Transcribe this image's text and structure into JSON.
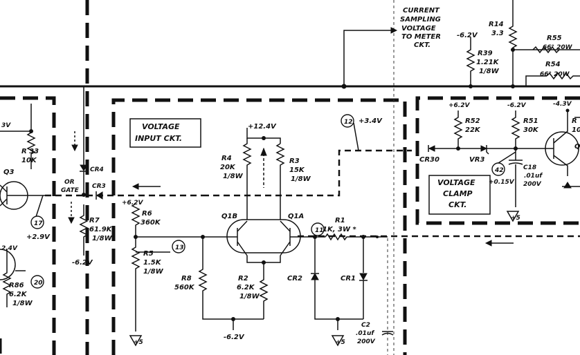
{
  "boxes": {
    "voltage_input": [
      "VOLTAGE",
      "INPUT CKT."
    ],
    "voltage_clamp": [
      "VOLTAGE",
      "CLAMP",
      "CKT."
    ]
  },
  "current_note": [
    "CURRENT",
    "SAMPLING",
    "VOLTAGE",
    "TO METER",
    "CKT."
  ],
  "supplies": {
    "p124": "+12.4V",
    "m62_left": "-6.2V",
    "m62_top": "-6.2V",
    "m62_bottom": "-6.2V",
    "p62_r6": "+6.2V",
    "clamp_p62": "+6.2V",
    "clamp_m62": "-6.2V",
    "clamp_m43": "-4.3V",
    "left_top_v": "3V",
    "left_mid_v": "2.4V",
    "p29": "+2.9V",
    "p34": "+3.4V",
    "p015": "+0.15V"
  },
  "ground_symbol": "+5",
  "or_gate": [
    "OR",
    "GATE"
  ],
  "components": {
    "R33": [
      "R 33",
      "10K"
    ],
    "Q3": "Q3",
    "R7": [
      "R7",
      "61.9K",
      "1/8W"
    ],
    "R86": [
      "R86",
      "6.2K",
      "1/8W"
    ],
    "R4": [
      "R4",
      "20K",
      "1/8W"
    ],
    "R3": [
      "R3",
      "15K",
      "1/8W"
    ],
    "R6": [
      "R6",
      "360K"
    ],
    "R5": [
      "R5",
      "1.5K",
      "1/8W"
    ],
    "R8": [
      "R8",
      "560K"
    ],
    "R2": [
      "R2",
      "6.2K",
      "1/8W"
    ],
    "R1": [
      "R1",
      "1K, 3W *"
    ],
    "Q1B": "Q1B",
    "Q1A": "Q1A",
    "CR4": "CR4",
    "CR3": "CR3",
    "CR2": "CR2",
    "CR1": "CR1",
    "CR30": "CR30",
    "VR3": "VR3",
    "C2": [
      "C2",
      ".01uf",
      "200V"
    ],
    "C18": [
      "C18",
      ".01uf",
      "200V"
    ],
    "R52": [
      "R52",
      "22K"
    ],
    "R51": [
      "R51",
      "30K"
    ],
    "R39": [
      "R39",
      "1.21K",
      "1/8W"
    ],
    "R14": [
      "R14",
      "3.3"
    ],
    "R55": [
      "R55",
      "66° 20W"
    ],
    "R54": [
      "R54",
      "66° 20W"
    ],
    "Q_partial": "Q",
    "R_partial": [
      "R",
      "10"
    ]
  },
  "nodes": {
    "n11": "11",
    "n12": "12",
    "n13": "13",
    "n17": "17",
    "n20": "20",
    "n42": "42"
  }
}
